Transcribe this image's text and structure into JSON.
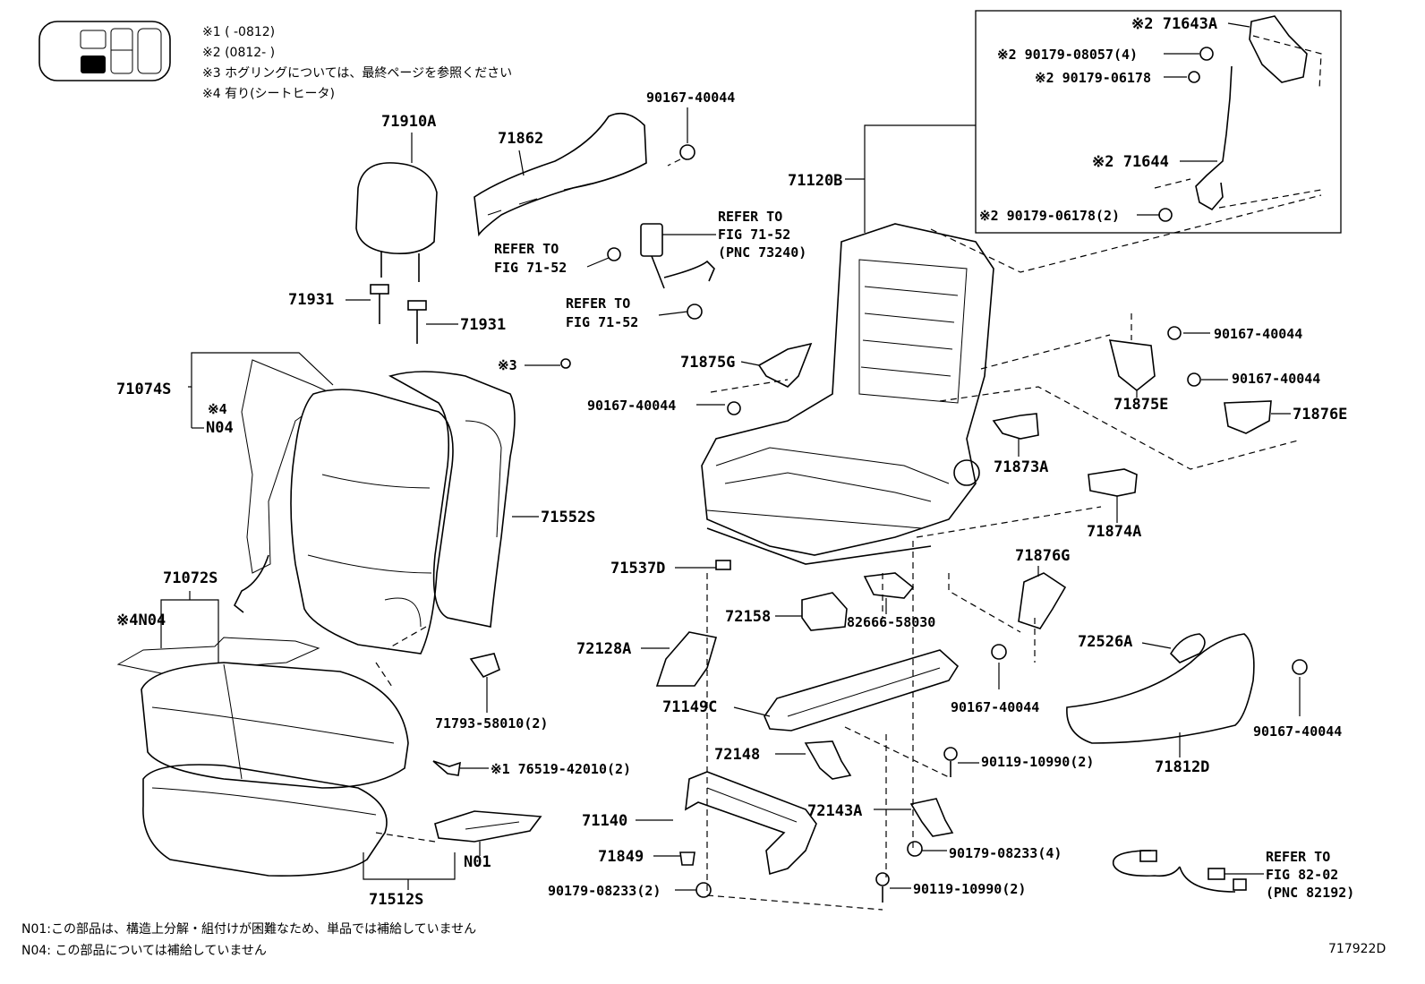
{
  "notes": {
    "n1": "※1 (      -0812)",
    "n2": "※2 (0812-      )",
    "n3": "※3  ホグリングについては、最終ページを参照ください",
    "n4": "※4 有り(シートヒータ)"
  },
  "footer": {
    "n01": "N01:この部品は、構造上分解・組付けが困難なため、単品では補給していません",
    "n04": "N04: この部品については補給していません",
    "code": "717922D"
  },
  "labels": {
    "p71910A": "71910A",
    "p71862": "71862",
    "p90167_top": "90167-40044",
    "p71931_a": "71931",
    "p71931_b": "71931",
    "refer1_a": "REFER TO",
    "refer1_b": "FIG 71-52",
    "refer2_a": "REFER TO",
    "refer2_b": "FIG 71-52",
    "refer2_c": "(PNC 73240)",
    "refer3_a": "REFER TO",
    "refer3_b": "FIG 71-52",
    "mark3": "※3",
    "p71074S": "71074S",
    "mark4a": "※4",
    "n04a": "N04",
    "p71552S": "71552S",
    "p71072S": "71072S",
    "mark4n04": "※4N04",
    "p71793": "71793-58010(2)",
    "p76519": "※1 76519-42010(2)",
    "n01": "N01",
    "p71512S": "71512S",
    "p71120B": "71120B",
    "p71643A": "※2 71643A",
    "p90179_08057": "※2 90179-08057(4)",
    "p90179_06178a": "※2 90179-06178",
    "p71644": "※2 71644",
    "p90179_06178b": "※2 90179-06178(2)",
    "p71875G": "71875G",
    "p90167_l": "90167-40044",
    "p90167_r1": "90167-40044",
    "p90167_r2": "90167-40044",
    "p71875E": "71875E",
    "p71876E": "71876E",
    "p71873A": "71873A",
    "p71874A": "71874A",
    "p71537D": "71537D",
    "p71876G": "71876G",
    "p72158": "72158",
    "p82666": "82666-58030",
    "p72128A": "72128A",
    "p71149C": "71149C",
    "p90167_m": "90167-40044",
    "p72526A": "72526A",
    "p90167_rr": "90167-40044",
    "p72148": "72148",
    "p90119_a": "90119-10990(2)",
    "p71812D": "71812D",
    "p72143A": "72143A",
    "p71140": "71140",
    "p71849": "71849",
    "p90179_08233a": "90179-08233(2)",
    "p90179_08233b": "90179-08233(4)",
    "p90119_b": "90119-10990(2)",
    "refer4_a": "REFER TO",
    "refer4_b": "FIG 82-02",
    "refer4_c": "(PNC 82192)"
  }
}
